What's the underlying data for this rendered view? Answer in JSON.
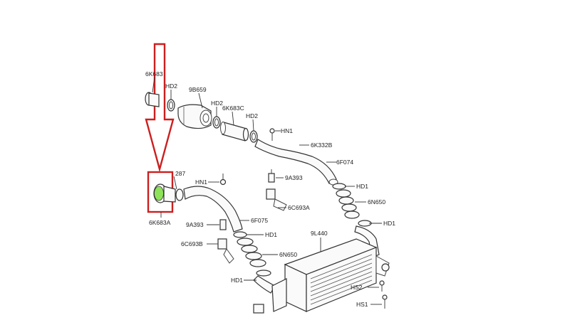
{
  "diagram": {
    "labels": {
      "6K683_top": "6K683",
      "HD2_a": "HD2",
      "9B659": "9B659",
      "HD2_b": "HD2",
      "6K683C": "6K683C",
      "HD2_c": "HD2",
      "HN1_right": "HN1",
      "6K332B": "6K332B",
      "6F074": "6F074",
      "287": "287",
      "HN1_left": "HN1",
      "9A393_right": "9A393",
      "HD1_a": "HD1",
      "6C693A": "6C693A",
      "6N650_right": "6N650",
      "HD1_b": "HD1",
      "6K683A": "6K683A",
      "9A393_left": "9A393",
      "6F075": "6F075",
      "HD1_c": "HD1",
      "9L440": "9L440",
      "6C693B": "6C693B",
      "6N650_left": "6N650",
      "HD1_d": "HD1",
      "HS2": "HS2",
      "HS1": "HS1"
    },
    "colors": {
      "highlight_red": "#cc1f1f",
      "highlight_green": "#8ee25a",
      "line": "#333333"
    }
  }
}
